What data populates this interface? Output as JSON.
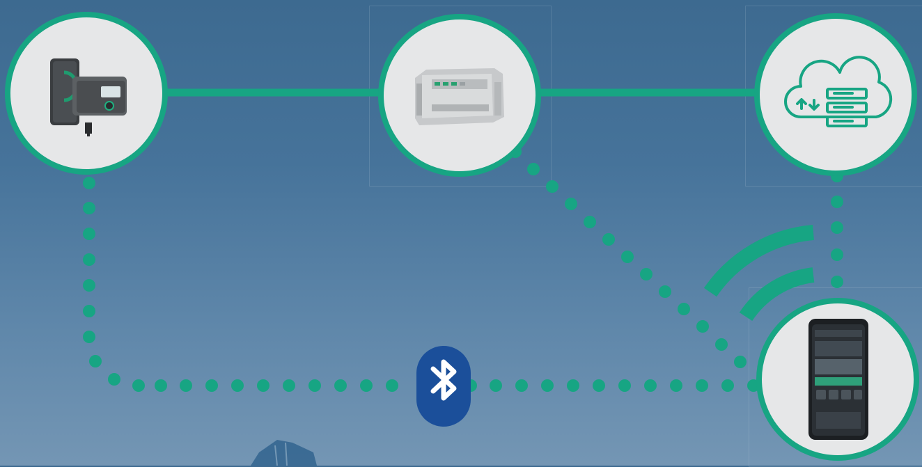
{
  "colors": {
    "accent": "#17a583",
    "node_fill": "#e6e7e8",
    "bluetooth_badge": "#1b4f9a",
    "background": "#46739a"
  },
  "nodes": [
    {
      "id": "pump",
      "icon": "circulation-pump-icon"
    },
    {
      "id": "controller",
      "icon": "din-rail-controller-icon"
    },
    {
      "id": "cloud",
      "icon": "cloud-server-icon"
    },
    {
      "id": "smartphone",
      "icon": "smartphone-app-icon"
    }
  ],
  "connections": [
    {
      "from": "pump",
      "to": "controller",
      "style": "solid"
    },
    {
      "from": "controller",
      "to": "cloud",
      "style": "solid"
    },
    {
      "from": "pump",
      "to": "smartphone",
      "style": "dotted",
      "via": "bluetooth"
    },
    {
      "from": "controller",
      "to": "smartphone",
      "style": "dotted"
    },
    {
      "from": "cloud",
      "to": "smartphone",
      "style": "dotted"
    }
  ],
  "badges": {
    "bluetooth": {
      "icon": "bluetooth-icon"
    },
    "wifi": {
      "icon": "wifi-signal-icon"
    }
  }
}
